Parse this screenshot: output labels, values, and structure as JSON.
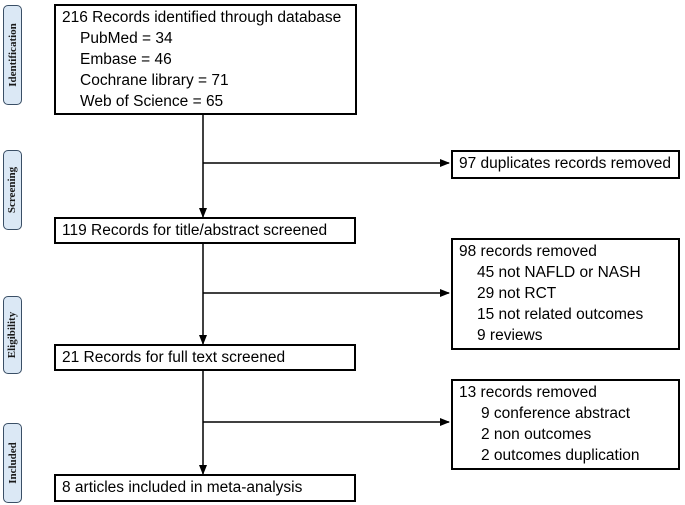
{
  "phases": {
    "identification": "Identification",
    "screening": "Screening",
    "eligibility": "Eligibility",
    "included": "Included"
  },
  "identification_box": {
    "title": "216 Records identified through database",
    "items": [
      "PubMed = 34",
      "Embase = 46",
      "Cochrane library = 71",
      "Web of Science = 65"
    ]
  },
  "duplicates_box": {
    "text": "97 duplicates records removed"
  },
  "screened_box": {
    "text": "119 Records for title/abstract screened"
  },
  "removed_box_1": {
    "title": "98 records removed",
    "items": [
      "45 not NAFLD or NASH",
      "29 not RCT",
      "15 not related outcomes",
      "9  reviews"
    ]
  },
  "fulltext_box": {
    "text": "21 Records for full text screened"
  },
  "removed_box_2": {
    "title": "13 records removed",
    "items": [
      "9 conference abstract",
      "2 non outcomes",
      "2 outcomes duplication"
    ]
  },
  "included_box": {
    "text": "8 articles included in meta-analysis"
  }
}
